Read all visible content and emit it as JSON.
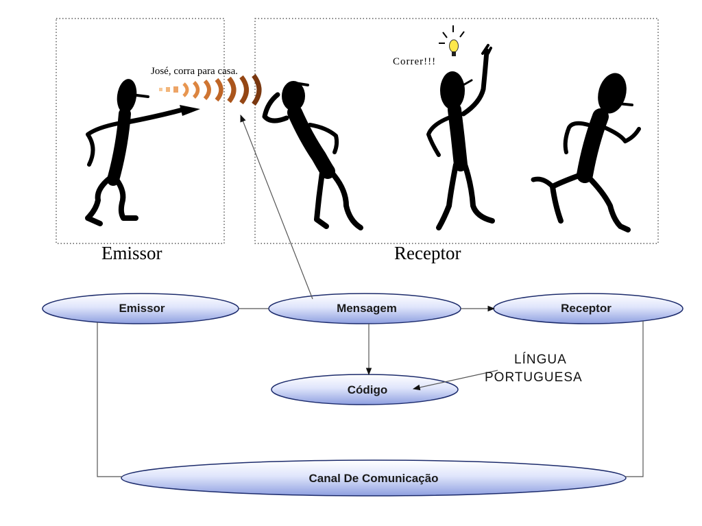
{
  "scene": {
    "speech": "José, corra para casa.",
    "thought": "Correr!!!",
    "emissor_caption": "Emissor",
    "receptor_caption": "Receptor"
  },
  "diagram": {
    "nodes": {
      "emissor": "Emissor",
      "mensagem": "Mensagem",
      "receptor": "Receptor",
      "codigo": "Código",
      "canal": "Canal De Comunicação"
    },
    "annotation": [
      "LÍNGUA",
      "PORTUGUESA"
    ]
  },
  "colors": {
    "node_fill_top": "#ffffff",
    "node_fill_bottom": "#8e9fe0",
    "node_stroke": "#1b2a6b",
    "wave_dark": "#7a3810",
    "wave_light": "#f4b878",
    "bulb": "#ffe84a"
  }
}
